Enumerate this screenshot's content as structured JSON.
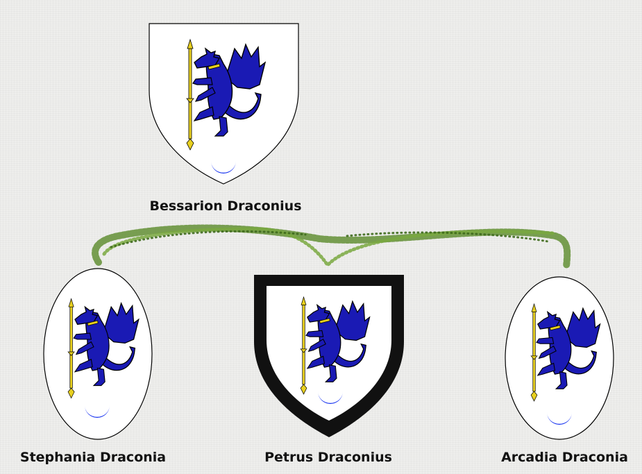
{
  "family_tree": {
    "parent": {
      "name": "Bessarion Draconius"
    },
    "children": [
      {
        "name": "Stephania Draconia"
      },
      {
        "name": "Petrus Draconius"
      },
      {
        "name": "Arcadia Draconia"
      }
    ]
  },
  "heraldry": {
    "charge": "dragon-rampant-icon",
    "weapon": "spear-icon",
    "mark": "crescent-icon",
    "colors": {
      "dragon": "#1a1ab4",
      "collar": "#e8d020",
      "spear": "#e8d020",
      "crescent": "#1430f0",
      "bordure": "#111111",
      "field": "#ffffff",
      "vine": "#5a8a2a"
    }
  }
}
